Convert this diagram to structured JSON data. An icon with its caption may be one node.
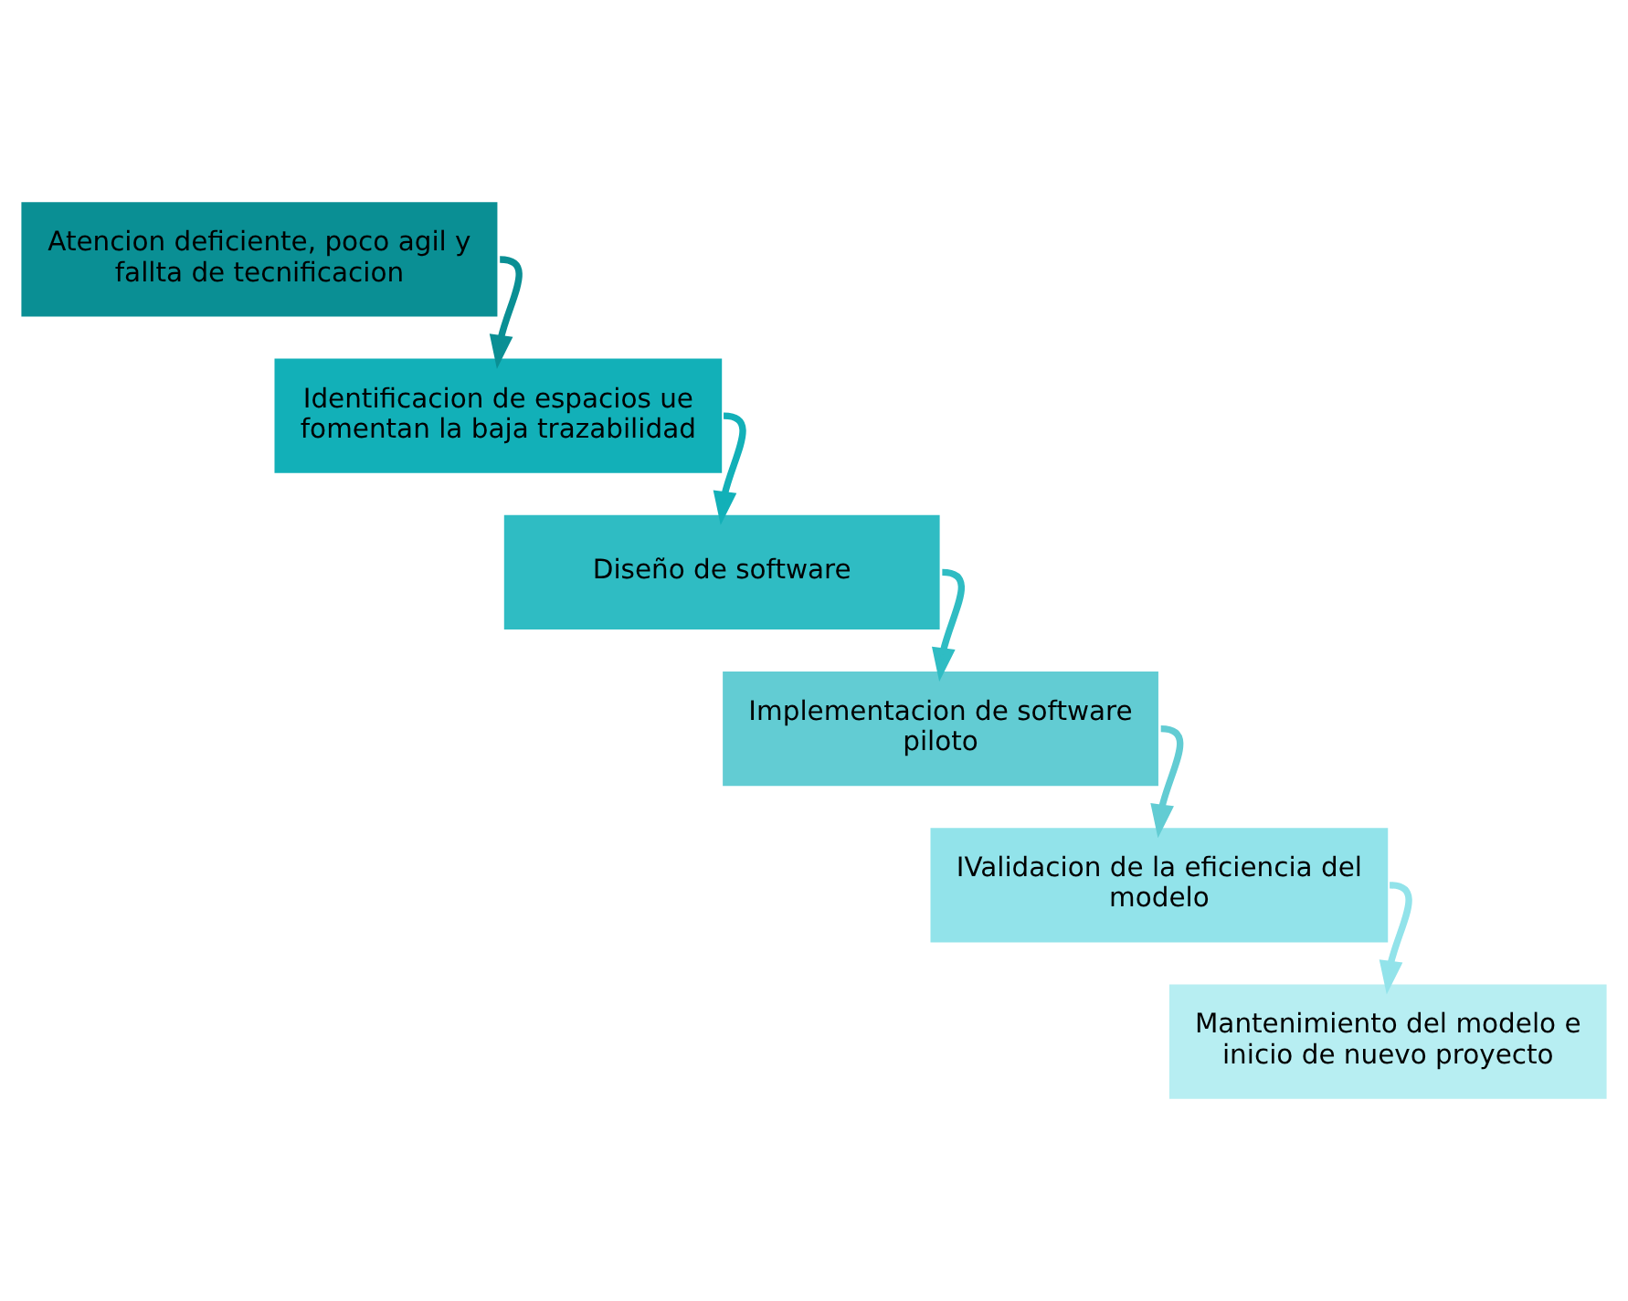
{
  "diagram": {
    "nodes": [
      {
        "text": [
          "Atencion deficiente, poco agil y fallta de tecnificacion"
        ]
      },
      {
        "text": [
          "Identificacion de espacios ue fomentan la baja trazabilidad"
        ]
      },
      {
        "text": [
          "Diseño de software"
        ]
      },
      {
        "text": [
          "Implementacion de software piloto"
        ]
      },
      {
        "text": [
          "IValidacion de la eficiencia del modelo"
        ]
      },
      {
        "text": [
          "Mantenimiento del modelo e inicio de nuevo proyecto"
        ]
      }
    ],
    "edges": [
      {
        "from": 0,
        "to": 1,
        "arrow": "to",
        "color": "#0a8f94"
      },
      {
        "from": 1,
        "to": 2,
        "arrow": "to",
        "color": "#12b0b8"
      },
      {
        "from": 2,
        "to": 3,
        "arrow": "to",
        "color": "#2fbcc3"
      },
      {
        "from": 3,
        "to": 4,
        "arrow": "to",
        "color": "#62ccd3"
      },
      {
        "from": 4,
        "to": 5,
        "arrow": "to",
        "color": "#92e3ea"
      }
    ]
  }
}
